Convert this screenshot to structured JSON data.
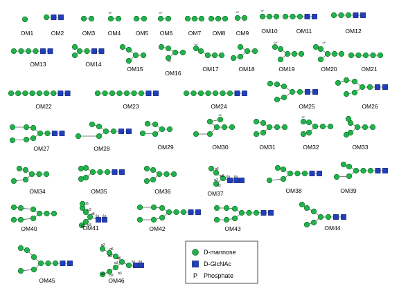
{
  "labels": {
    "OM1": "OM1",
    "OM2": "OM2",
    "OM3": "OM3",
    "OM4": "OM4",
    "OM5": "OM5",
    "OM6": "OM6",
    "OM7": "OM7",
    "OM8": "OM8",
    "OM9": "OM9",
    "OM10": "OM10",
    "OM11": "OM11",
    "OM12": "OM12",
    "OM13": "OM13",
    "OM14": "OM14",
    "OM15": "OM15",
    "OM16": "OM16",
    "OM17": "OM17",
    "OM18": "OM18",
    "OM19": "OM19",
    "OM20": "OM20",
    "OM21": "OM21",
    "OM22": "OM22",
    "OM23": "OM23",
    "OM24": "OM24",
    "OM25": "OM25",
    "OM26": "OM26",
    "OM27": "OM27",
    "OM28": "OM28",
    "OM29": "OM29",
    "OM30": "OM30",
    "OM31": "OM31",
    "OM32": "OM32",
    "OM33": "OM33",
    "OM34": "OM34",
    "OM35": "OM35",
    "OM36": "OM36",
    "OM37": "OM37",
    "OM38": "OM38",
    "OM39": "OM39",
    "OM40": "OM40",
    "OM41": "OM41",
    "OM42": "OM42",
    "OM43": "OM43",
    "OM44": "OM44",
    "OM45": "OM45",
    "OM46": "OM46"
  },
  "linkage_labels": {
    "a2": "α2",
    "a3": "α3",
    "a6": "α6",
    "b4": "β4"
  },
  "phosphate_mark": "6P",
  "legend": {
    "mannose": "D-mannose",
    "glcnac": "D-GlcNAc",
    "phosphate_symbol": "P",
    "phosphate": "Phosphate"
  },
  "colors": {
    "mannose": "#22b14c",
    "mannose_stroke": "#0b6a22",
    "glcnac": "#1f3fbf",
    "glcnac_stroke": "#0a1a66",
    "bond": "#555555",
    "text": "#000000"
  }
}
